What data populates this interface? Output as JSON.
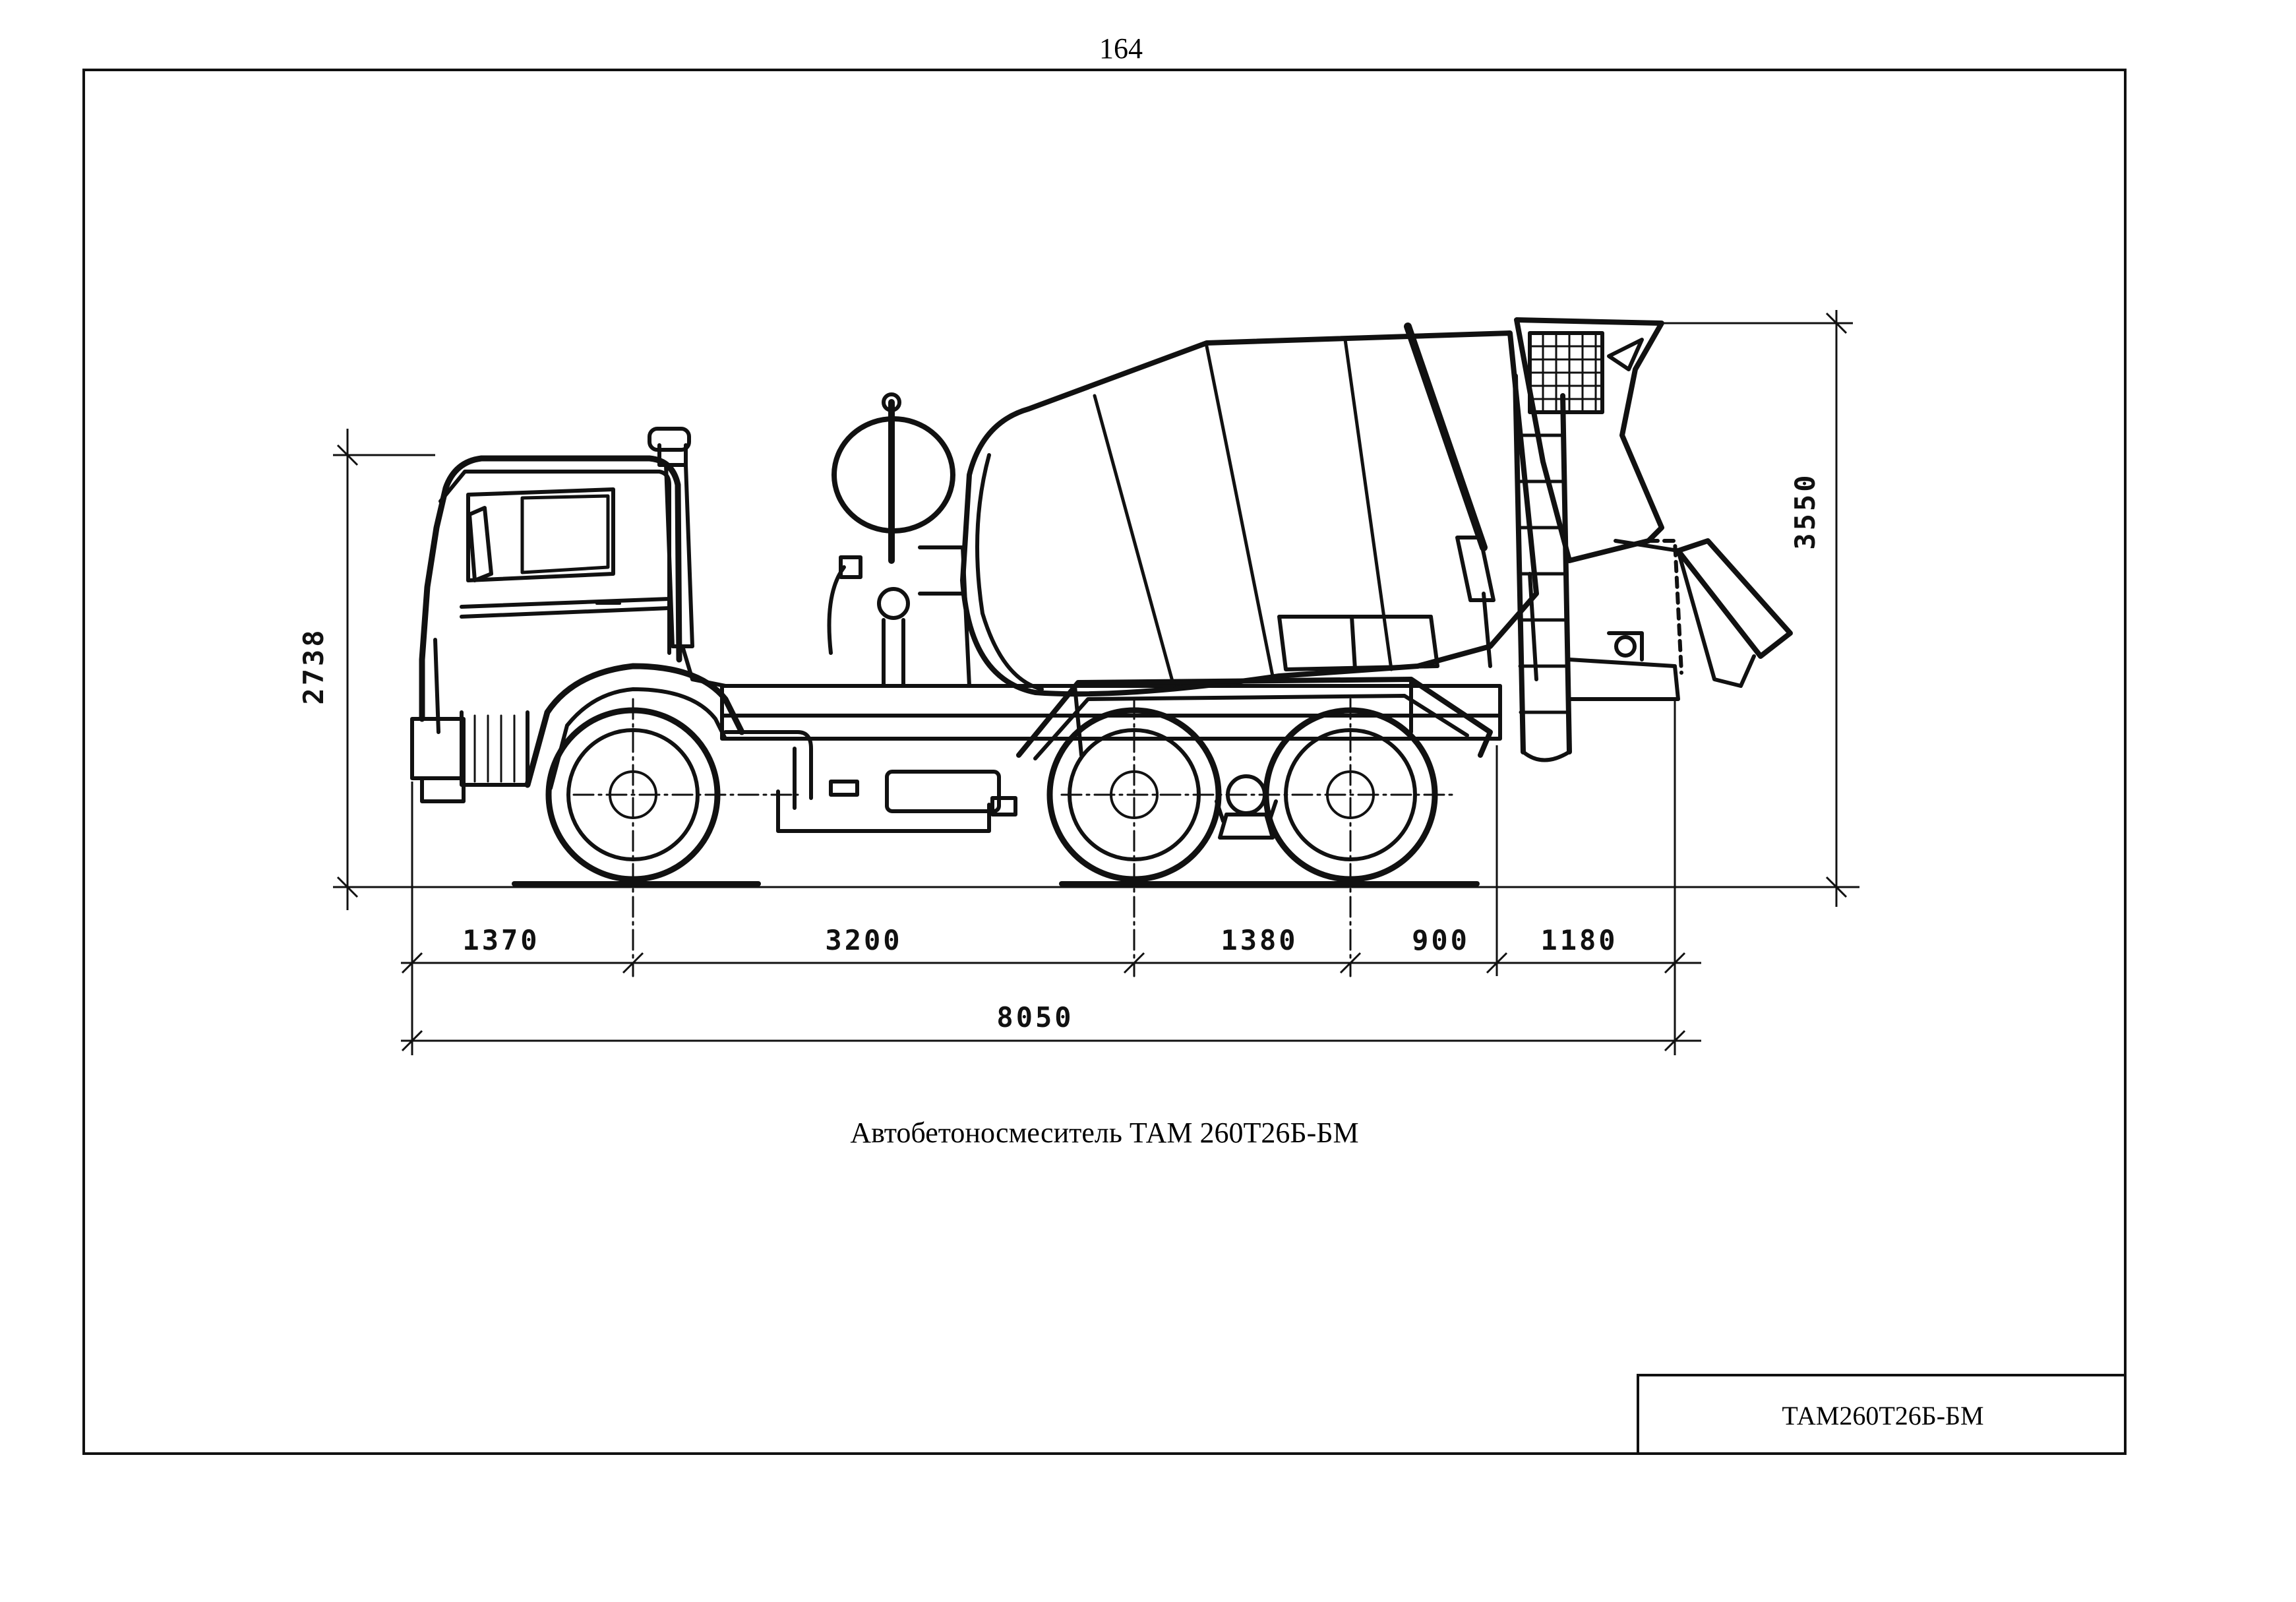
{
  "page": {
    "number": "164"
  },
  "caption": "Автобетоносмеситель ТАМ 260Т26Б-БМ",
  "stamp": {
    "label": "ТАМ260Т26Б-БМ"
  },
  "dimensions": {
    "overall_height": "3550",
    "cab_height": "2738",
    "front_overhang": "1370",
    "wheelbase_front": "3200",
    "wheelbase_bogie": "1380",
    "rear_axle_to_frame": "900",
    "rear_overhang": "1180",
    "overall_length": "8050"
  }
}
